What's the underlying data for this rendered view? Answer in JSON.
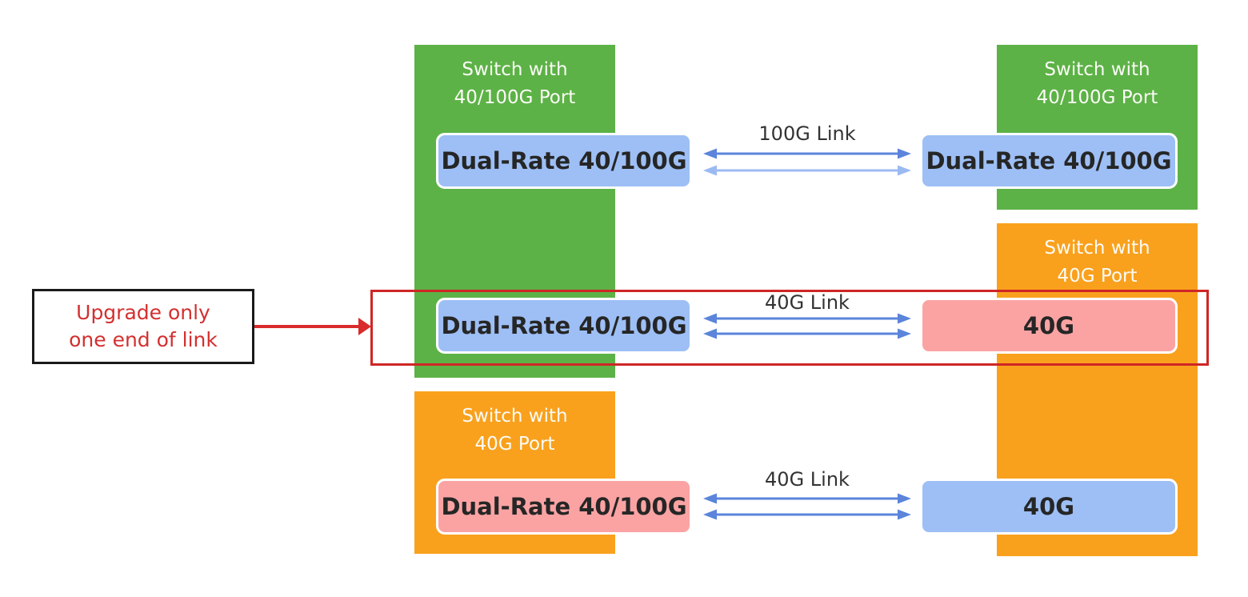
{
  "colors": {
    "switch_green": "#5cb246",
    "switch_orange": "#f9a11d",
    "port_blue": "#9dbff5",
    "port_pink": "#fba3a3",
    "port_border": "#ffffff",
    "arrow_dark_blue": "#5b84db",
    "arrow_light_blue": "#9cbaf2",
    "highlight_red": "#cf2626",
    "annotation_red_text": "#d3302f",
    "annotation_border_black": "#1a1a1a",
    "switch_title_text": "#fbfbf6",
    "port_text": "#262626",
    "link_label_text": "#333333"
  },
  "switches": {
    "left_green": {
      "line1": "Switch with",
      "line2": "40/100G Port"
    },
    "right_green": {
      "line1": "Switch with",
      "line2": "40/100G Port"
    },
    "left_orange": {
      "line1": "Switch with",
      "line2": "40G Port"
    },
    "right_orange": {
      "line1": "Switch with",
      "line2": "40G Port"
    }
  },
  "ports": {
    "top_left": "Dual-Rate 40/100G",
    "top_right": "Dual-Rate 40/100G",
    "middle_left": "Dual-Rate 40/100G",
    "middle_right": "40G",
    "bottom_left": "Dual-Rate 40/100G",
    "bottom_right": "40G"
  },
  "links": {
    "top": "100G Link",
    "middle": "40G Link",
    "bottom": "40G Link"
  },
  "annotation": {
    "line1": "Upgrade only",
    "line2": "one end of link"
  }
}
